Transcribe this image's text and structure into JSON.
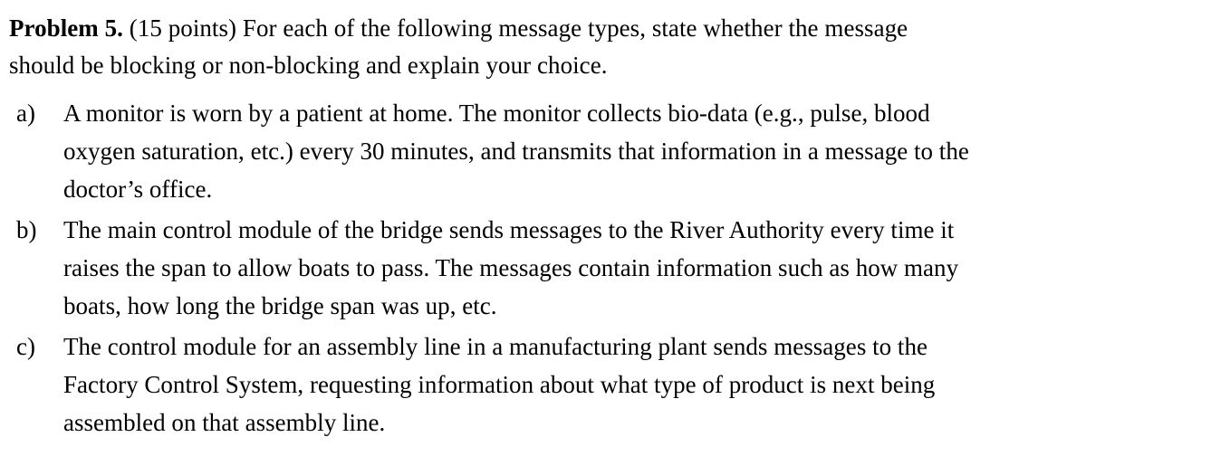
{
  "document": {
    "background_color": "#ffffff",
    "text_color": "#000000",
    "problem_label": "Problem 5.",
    "intro": {
      "lines": [
        " (15 points) For each of the following message types, state whether the message",
        "should be blocking or non-blocking and explain your choice."
      ]
    },
    "items": [
      {
        "marker": "a)",
        "lines": [
          "A monitor is worn by a patient at home. The monitor collects bio-data (e.g., pulse, blood",
          "oxygen saturation, etc.) every 30 minutes, and transmits that information in a message to the",
          "doctor’s office."
        ]
      },
      {
        "marker": "b)",
        "lines": [
          "The main control module of the bridge sends messages to the River Authority every time it",
          "raises the span to allow boats to pass. The messages contain information such as how many",
          "boats, how long the bridge span was up, etc."
        ]
      },
      {
        "marker": "c)",
        "lines": [
          "The control module for an assembly line in a manufacturing plant sends messages to the",
          "Factory Control System, requesting information about what type of product is next being",
          "assembled on that assembly line."
        ]
      }
    ]
  }
}
